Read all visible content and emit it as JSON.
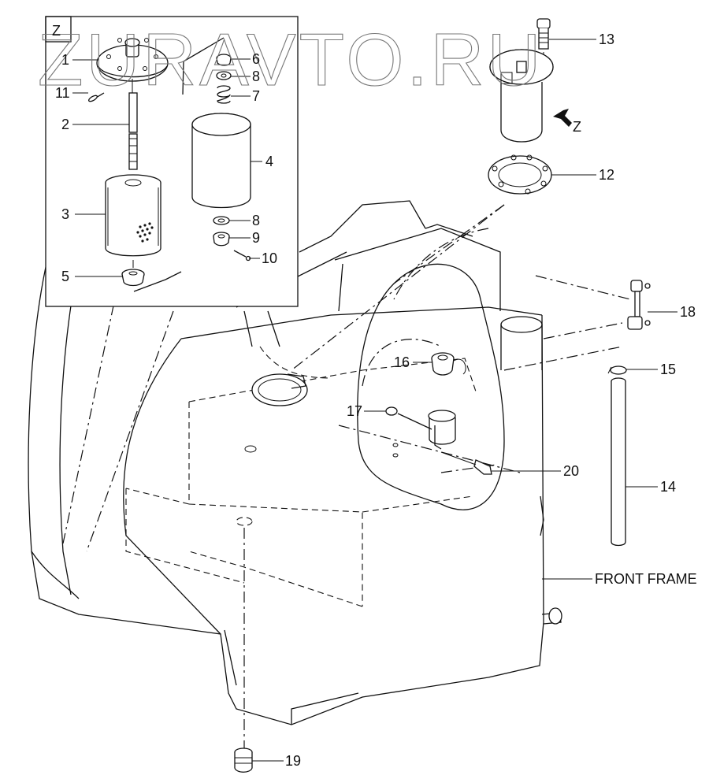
{
  "diagram": {
    "watermark": "ZURAVTO.RU",
    "view_marker": "Z",
    "view_arrow_label": "Z",
    "front_frame_label": "FRONT FRAME",
    "callouts": [
      {
        "id": "c1",
        "label": "1",
        "part": "filter-cover-plate"
      },
      {
        "id": "c2",
        "label": "2",
        "part": "rod"
      },
      {
        "id": "c3",
        "label": "3",
        "part": "strainer-element"
      },
      {
        "id": "c4",
        "label": "4",
        "part": "filter-case"
      },
      {
        "id": "c5",
        "label": "5",
        "part": "bottom-seal"
      },
      {
        "id": "c6",
        "label": "6",
        "part": "nut"
      },
      {
        "id": "c7",
        "label": "7",
        "part": "spring"
      },
      {
        "id": "c8a",
        "label": "8",
        "part": "washer-upper"
      },
      {
        "id": "c8b",
        "label": "8",
        "part": "washer-lower"
      },
      {
        "id": "c9",
        "label": "9",
        "part": "nut-lower"
      },
      {
        "id": "c10",
        "label": "10",
        "part": "cotter-pin-lower"
      },
      {
        "id": "c11",
        "label": "11",
        "part": "cotter-pin-upper"
      },
      {
        "id": "c12",
        "label": "12",
        "part": "gasket"
      },
      {
        "id": "c13",
        "label": "13",
        "part": "bolt"
      },
      {
        "id": "c14",
        "label": "14",
        "part": "gauge-tube"
      },
      {
        "id": "c15",
        "label": "15",
        "part": "clamp"
      },
      {
        "id": "c16",
        "label": "16",
        "part": "filler-cap"
      },
      {
        "id": "c17",
        "label": "17",
        "part": "nut-bracket"
      },
      {
        "id": "c18",
        "label": "18",
        "part": "level-gauge-bracket"
      },
      {
        "id": "c19",
        "label": "19",
        "part": "drain-plug"
      },
      {
        "id": "c20",
        "label": "20",
        "part": "bolt-bracket"
      }
    ]
  }
}
